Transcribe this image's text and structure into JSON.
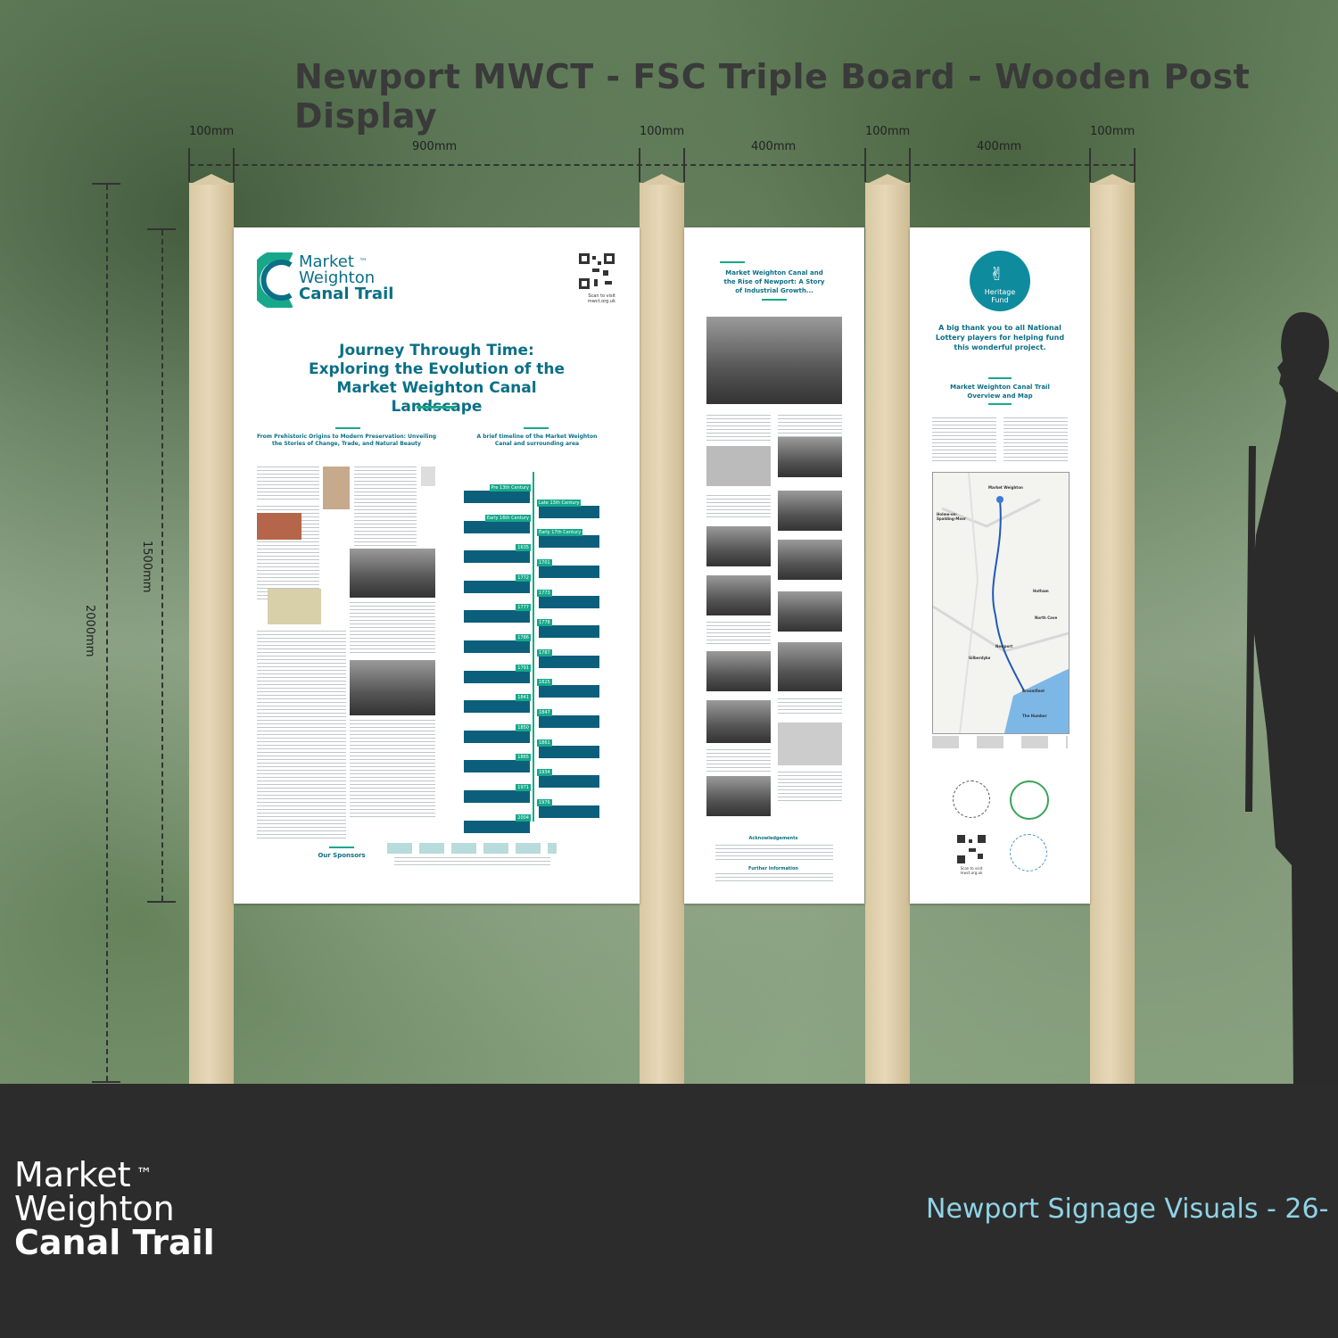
{
  "title": "Newport MWCT - FSC Triple Board - Wooden Post Display",
  "dimensions": {
    "post_width": "100mm",
    "board1_width": "900mm",
    "board2_width": "400mm",
    "board3_width": "400mm",
    "board_height": "1500mm",
    "total_height": "2000mm"
  },
  "board1": {
    "logo_line1": "Market",
    "logo_tm": "™",
    "logo_line2": "Weighton",
    "logo_line3": "Canal Trail",
    "qr_caption1": "Scan to visit",
    "qr_caption2": "mwct.org.uk",
    "heading": "Journey Through Time: Exploring the Evolution of the Market Weighton Canal Landscape",
    "left_subheading": "From Prehistoric Origins to Modern Preservation: Unveiling the Stories of Change, Trade, and Natural Beauty",
    "right_subheading": "A brief timeline of the Market Weighton Canal and surrounding area",
    "timeline_labels": [
      "Pre 13th Century",
      "Late 13th Century",
      "Early 16th Century",
      "Early 17th Century",
      "1635",
      "1701",
      "1772",
      "1773",
      "1777",
      "1778",
      "1786",
      "1787",
      "1791",
      "1825",
      "1841",
      "1847",
      "1850",
      "1861",
      "1865",
      "1934",
      "1971",
      "1976",
      "2004"
    ],
    "sponsors_label": "Our Sponsors"
  },
  "board2": {
    "heading": "Market Weighton Canal and the Rise of Newport: A Story of Industrial Growth...",
    "ack_label": "Acknowledgements",
    "further_label": "Further Information"
  },
  "board3": {
    "fund_line1": "Heritage",
    "fund_line2": "Fund",
    "thanks": "A big thank you to all National Lottery players for helping fund this wonderful project.",
    "map_heading": "Market Weighton Canal Trail Overview and Map",
    "map_places": [
      "Market Weighton",
      "Holme-on-Spalding-Moor",
      "Newport",
      "Gilberdyke",
      "Broomfleet",
      "North Cave",
      "Hotham",
      "The Humber"
    ],
    "qr_caption1": "Scan to visit",
    "qr_caption2": "mwct.org.uk"
  },
  "footer": {
    "logo_line1": "Market",
    "logo_tm": "™",
    "logo_line2": "Weighton",
    "logo_line3": "Canal Trail",
    "visuals_text": "Newport Signage Visuals - 26-"
  },
  "colors": {
    "teal": "#0b6f86",
    "green_accent": "#17a88a",
    "footer_bg": "#2d2c2c",
    "footer_accent": "#8fd3e6",
    "post": "#e0d0ad"
  }
}
